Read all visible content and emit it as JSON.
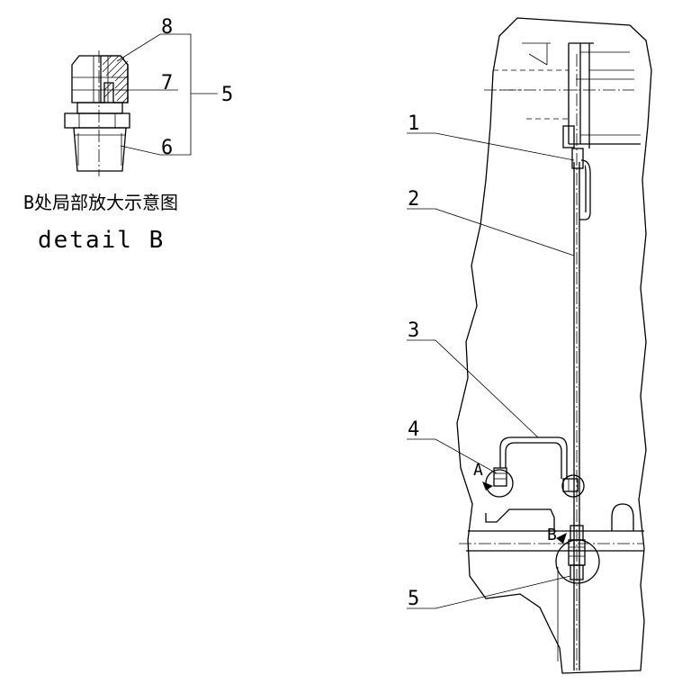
{
  "detail": {
    "caption_cn": "B处局部放大示意图",
    "caption_en": "detail B",
    "labels": {
      "n8": "8",
      "n7": "7",
      "n6": "6",
      "n5": "5"
    }
  },
  "main": {
    "labels": {
      "n1": "1",
      "n2": "2",
      "n3": "3",
      "n4": "4",
      "n5": "5"
    },
    "markers": {
      "a": "A",
      "b": "B"
    }
  }
}
